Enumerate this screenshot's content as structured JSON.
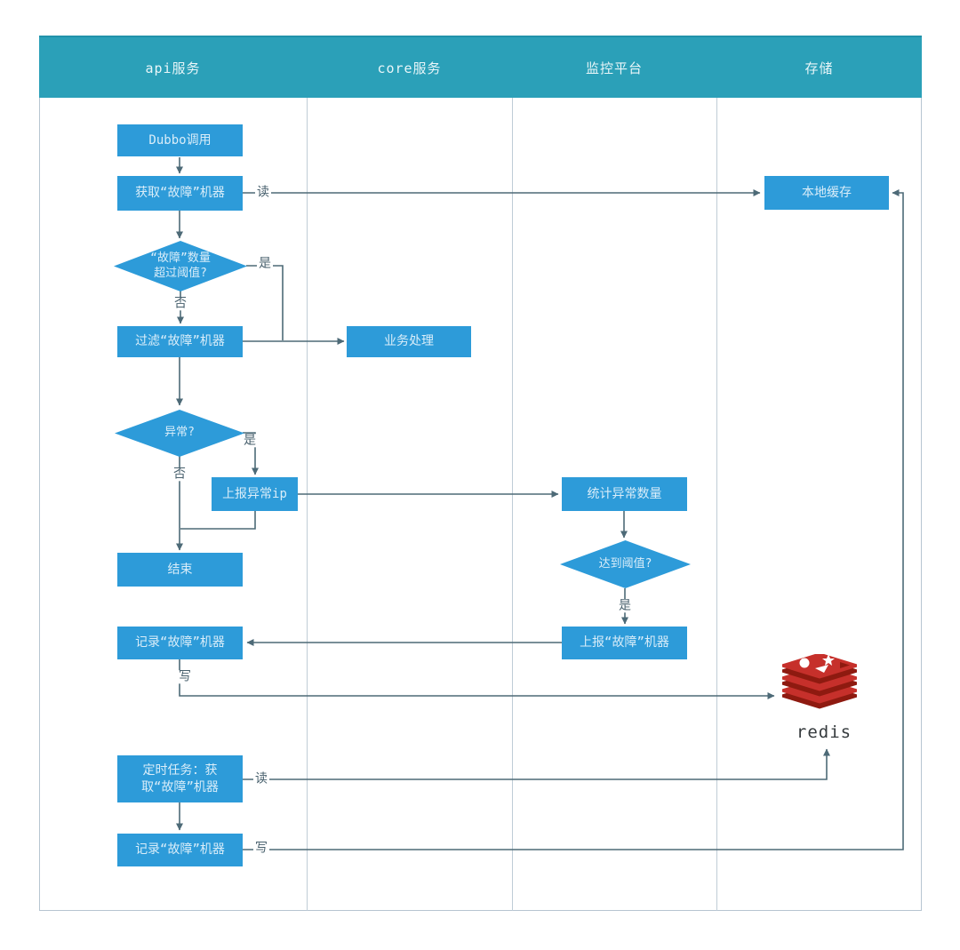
{
  "header": {
    "lanes": [
      {
        "label": "api服务"
      },
      {
        "label": "core服务"
      },
      {
        "label": "监控平台"
      },
      {
        "label": "存储"
      }
    ]
  },
  "nodes": {
    "dubbo": {
      "label": "Dubbo调用"
    },
    "get_fault": {
      "label": "获取“故障”机器"
    },
    "threshold_check": {
      "label": "“故障”数量\n超过阈值?"
    },
    "filter_fault": {
      "label": "过滤“故障”机器"
    },
    "business": {
      "label": "业务处理"
    },
    "exception_check": {
      "label": "异常?"
    },
    "report_ip": {
      "label": "上报异常ip"
    },
    "end": {
      "label": "结束"
    },
    "record_fault_1": {
      "label": "记录“故障”机器"
    },
    "count_exceptions": {
      "label": "统计异常数量"
    },
    "reach_threshold": {
      "label": "达到阈值?"
    },
    "report_fault": {
      "label": "上报“故障”机器"
    },
    "local_cache": {
      "label": "本地缓存"
    },
    "timer_task": {
      "label": "定时任务：获\n取“故障”机器"
    },
    "record_fault_2": {
      "label": "记录“故障”机器"
    },
    "redis": {
      "label": "redis"
    }
  },
  "edge_labels": {
    "read_cache": "读",
    "yes_threshold": "是",
    "no_threshold": "否",
    "yes_exception": "是",
    "no_exception": "否",
    "yes_reach": "是",
    "write_redis": "写",
    "read_redis": "读",
    "write_cache": "写"
  },
  "colors": {
    "lane_header": "#2ba0b8",
    "node_fill": "#2d9bd9",
    "node_text": "#d9edf9",
    "connector": "#4d6a77",
    "redis_red": "#c6302b",
    "redis_dark_red": "#8e1a10"
  }
}
